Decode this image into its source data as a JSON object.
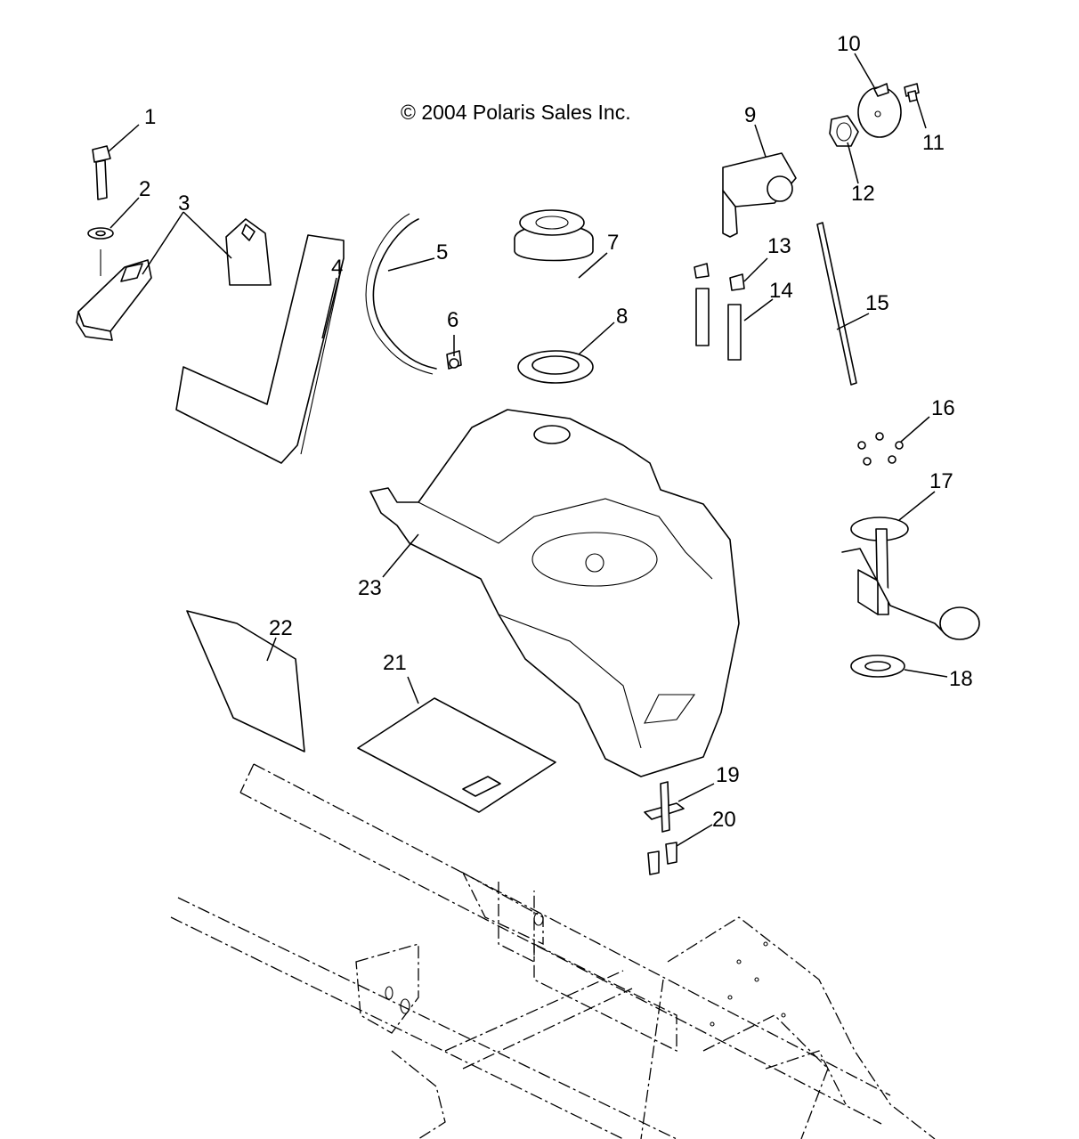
{
  "diagram": {
    "copyright": "© 2004 Polaris Sales Inc.",
    "callouts": [
      "1",
      "2",
      "3",
      "4",
      "5",
      "6",
      "7",
      "8",
      "9",
      "10",
      "11",
      "12",
      "13",
      "14",
      "15",
      "16",
      "17",
      "18",
      "19",
      "20",
      "21",
      "22",
      "23"
    ]
  }
}
